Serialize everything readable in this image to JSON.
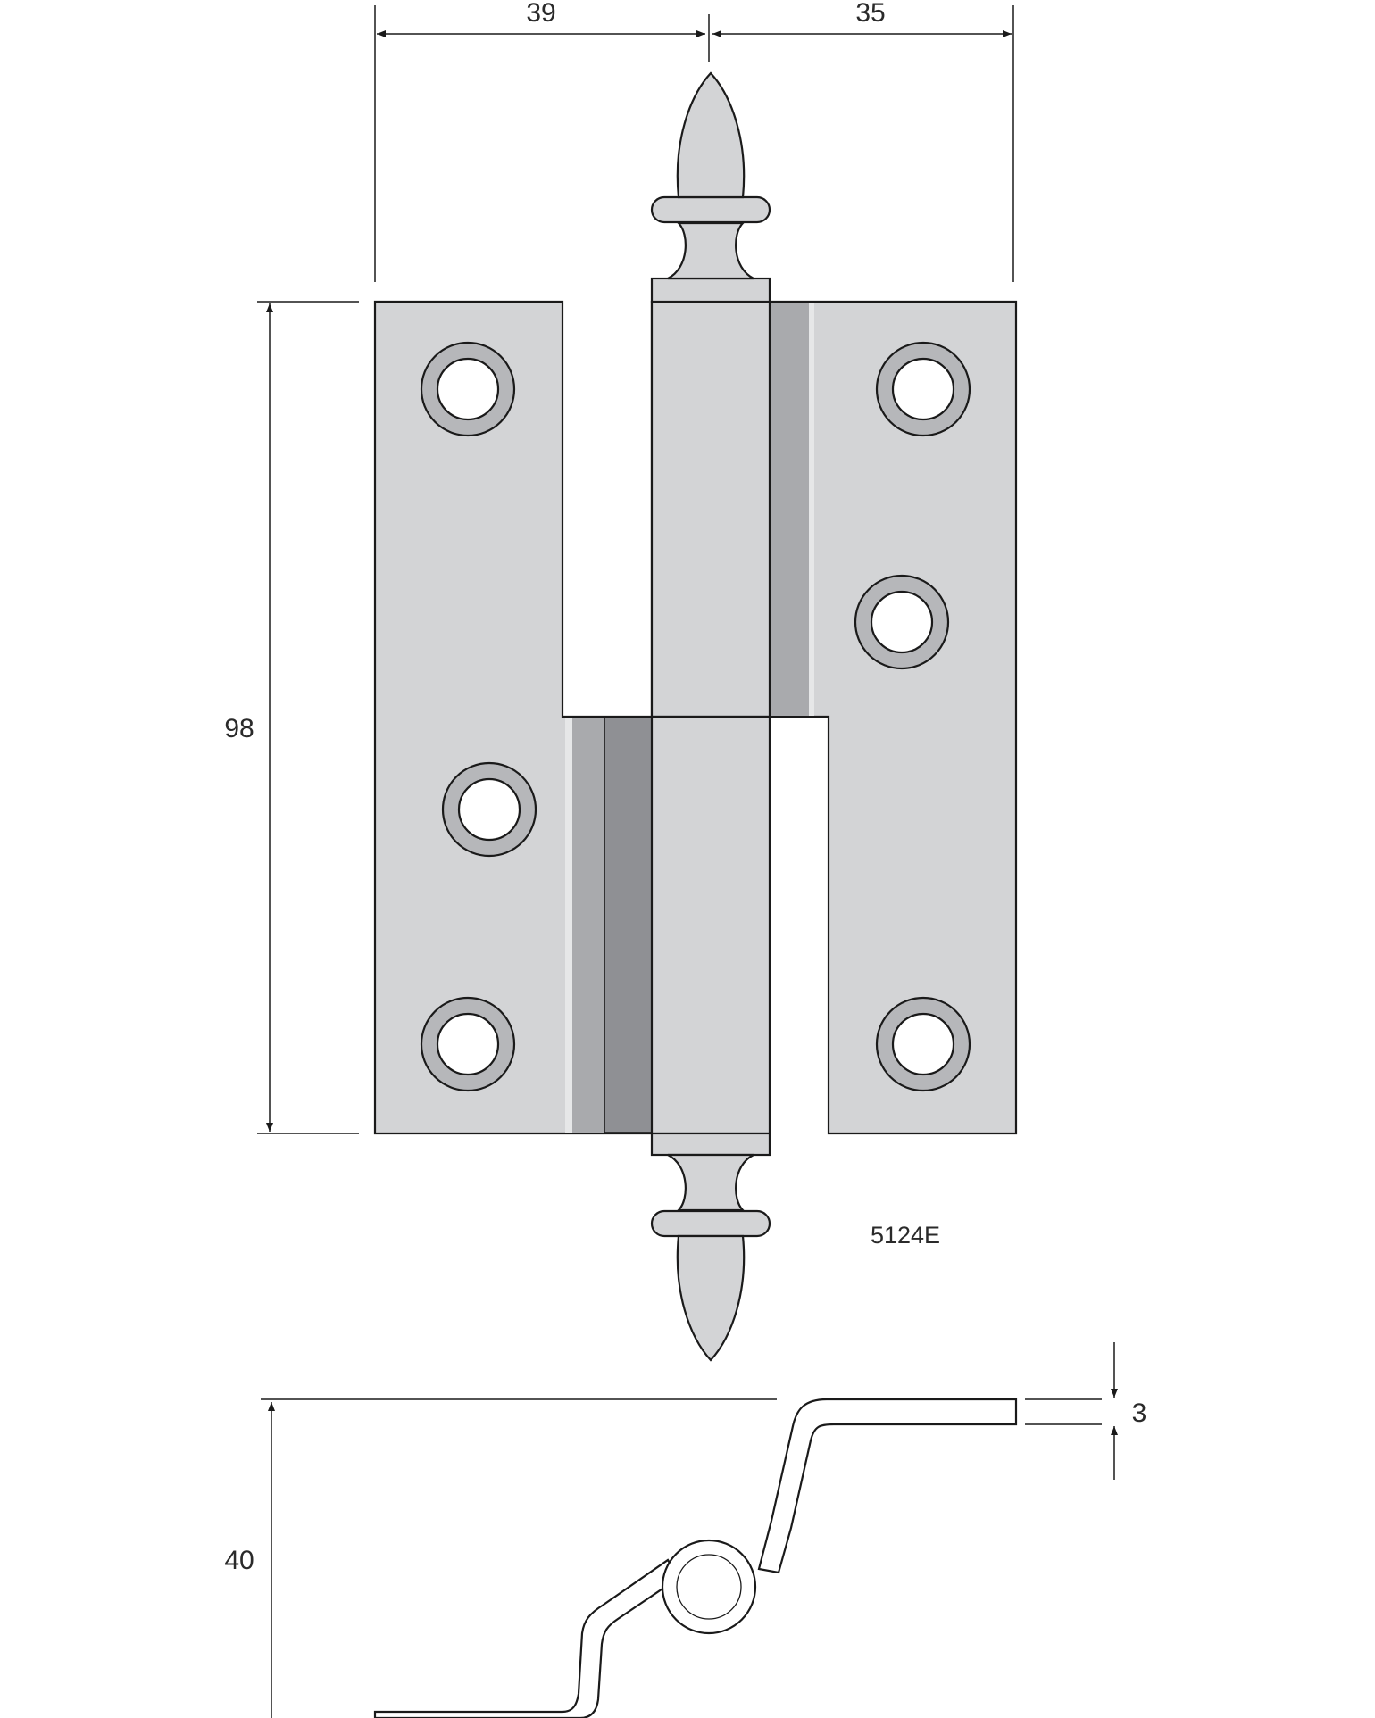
{
  "product": {
    "model_code": "5124E"
  },
  "dimensions": {
    "leaf_width_left": "39",
    "leaf_width_right": "35",
    "leaf_height": "98",
    "open_depth": "40",
    "plate_thickness": "3"
  },
  "colors": {
    "metal_fill": "#d3d4d6",
    "metal_shade": "#a9aaad",
    "metal_dark": "#8f9094",
    "hole_ring": "#b6b7ba",
    "outline": "#1a1a1a",
    "text": "#2a2a2a"
  }
}
